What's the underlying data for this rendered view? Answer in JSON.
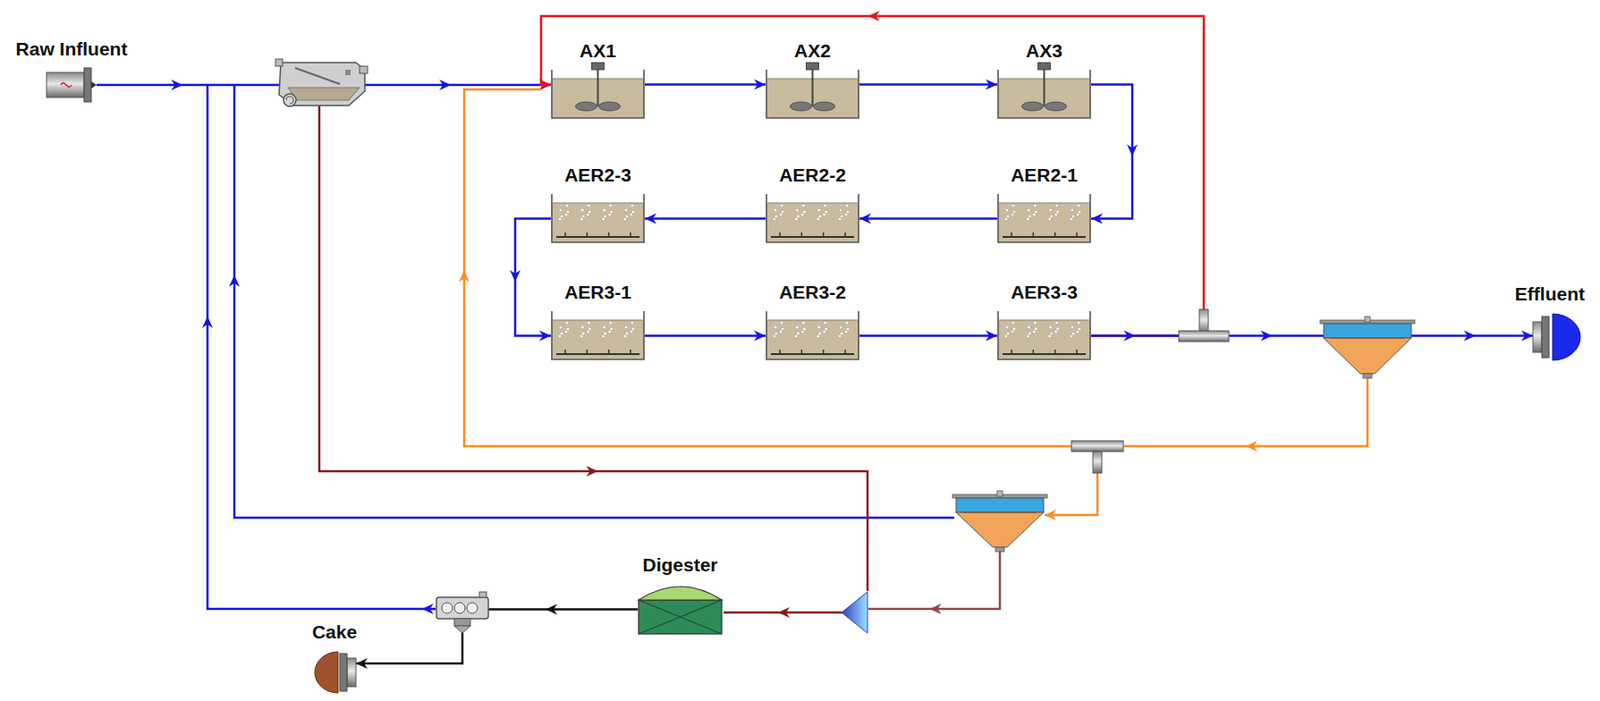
{
  "diagram": {
    "nodes": [
      {
        "text": [
          "Raw Influent"
        ]
      },
      {
        "text": [
          "AX1"
        ]
      },
      {
        "text": [
          "AX2"
        ]
      },
      {
        "text": [
          "AX3"
        ]
      },
      {
        "text": [
          "AER2-3"
        ]
      },
      {
        "text": [
          "AER2-2"
        ]
      },
      {
        "text": [
          "AER2-1"
        ]
      },
      {
        "text": [
          "AER3-1"
        ]
      },
      {
        "text": [
          "AER3-2"
        ]
      },
      {
        "text": [
          "AER3-3"
        ]
      },
      {
        "text": [
          "Effluent"
        ]
      },
      {
        "text": [
          "Digester"
        ]
      },
      {
        "text": [
          "Cake"
        ]
      }
    ],
    "edges": [
      {
        "from": 0,
        "to": 1,
        "arrow": "to"
      },
      {
        "from": 1,
        "to": 2,
        "arrow": "to"
      },
      {
        "from": 2,
        "to": 3,
        "arrow": "to"
      },
      {
        "from": 3,
        "to": 6,
        "arrow": "to"
      },
      {
        "from": 6,
        "to": 5,
        "arrow": "to"
      },
      {
        "from": 5,
        "to": 4,
        "arrow": "to"
      },
      {
        "from": 4,
        "to": 7,
        "arrow": "to"
      },
      {
        "from": 7,
        "to": 8,
        "arrow": "to"
      },
      {
        "from": 8,
        "to": 9,
        "arrow": "to"
      },
      {
        "from": 9,
        "to": 1,
        "arrow": "to"
      },
      {
        "from": 9,
        "to": 10,
        "arrow": "to"
      },
      {
        "from": 11,
        "to": 12,
        "arrow": "to"
      }
    ]
  }
}
